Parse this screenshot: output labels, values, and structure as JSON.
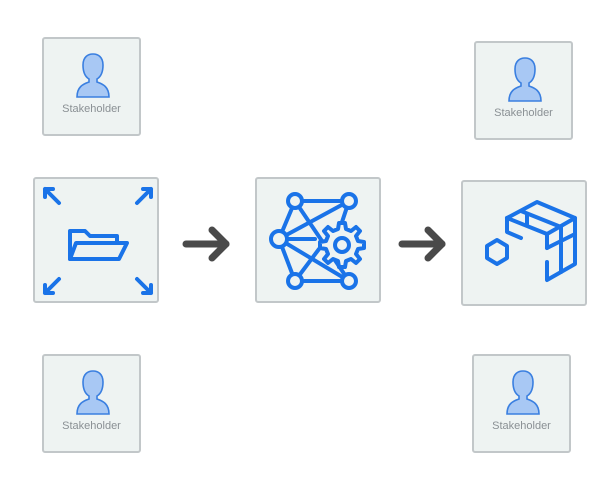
{
  "stakeholders": [
    {
      "label": "Stakeholder",
      "icon": "person-icon"
    },
    {
      "label": "Stakeholder",
      "icon": "person-icon"
    },
    {
      "label": "Stakeholder",
      "icon": "person-icon"
    },
    {
      "label": "Stakeholder",
      "icon": "person-icon"
    }
  ],
  "flow": [
    {
      "icon": "folder-expand-icon"
    },
    {
      "icon": "network-gear-icon"
    },
    {
      "icon": "blocks-cube-icon"
    }
  ],
  "colors": {
    "accent": "#1a73e8",
    "person_fill": "#a8c8f4",
    "person_stroke": "#3a7fe0",
    "arrow": "#4a4a4a",
    "card_bg": "#eef3f2",
    "card_border": "#c2c7c9"
  }
}
